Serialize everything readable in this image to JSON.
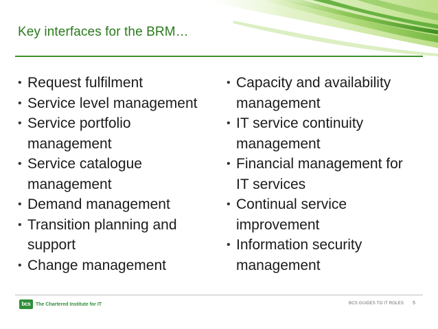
{
  "slide": {
    "title": "Key interfaces for the BRM…",
    "bullet_glyph": "•",
    "left_column": [
      "Request fulfilment",
      "Service level management",
      "Service portfolio management",
      "Service catalogue management",
      "Demand management",
      "Transition planning and support",
      "Change management"
    ],
    "right_column": [
      "Capacity and availability management",
      "IT service continuity management",
      "Financial management for IT services",
      "Continual service improvement",
      "Information security management"
    ]
  },
  "footer": {
    "logo_mark": "bcs",
    "logo_text": "The Chartered Institute for IT",
    "label": "BCS GUIDES TO IT ROLES",
    "page_number": "5"
  },
  "colors": {
    "title": "#2a7a1c",
    "accent_green": "#3d8f2a",
    "swoosh_light": "#c8e6a0",
    "swoosh_dark": "#4a9a2a",
    "text": "#1a1a1a"
  }
}
